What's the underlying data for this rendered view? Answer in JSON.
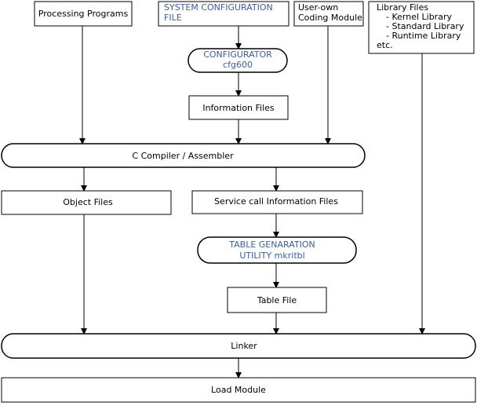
{
  "nodes": {
    "processing_programs": {
      "lines": [
        "Processing Programs"
      ]
    },
    "system_config_file": {
      "lines": [
        "SYSTEM CONFIGURATION",
        "FILE"
      ]
    },
    "user_own_module": {
      "lines": [
        "User-own",
        "Coding Module"
      ]
    },
    "library_files": {
      "lines": [
        "Library Files",
        "- Kernel Library",
        "- Standard Library",
        "- Runtime Library",
        "etc."
      ]
    },
    "configurator": {
      "lines": [
        "CONFIGURATOR",
        "cfg600"
      ]
    },
    "information_files": {
      "lines": [
        "Information Files"
      ]
    },
    "c_compiler": {
      "lines": [
        "C Compiler / Assembler"
      ]
    },
    "object_files": {
      "lines": [
        "Object Files"
      ]
    },
    "service_call_info": {
      "lines": [
        "Service call Information Files"
      ]
    },
    "table_generation": {
      "lines": [
        "TABLE GENARATION",
        "UTILITY mkritbl"
      ]
    },
    "table_file": {
      "lines": [
        "Table File"
      ]
    },
    "linker": {
      "lines": [
        "Linker"
      ]
    },
    "load_module": {
      "lines": [
        "Load Module"
      ]
    }
  },
  "colors": {
    "line": "#000000",
    "text": "#000000",
    "accent_text": "#3a5f9c",
    "background": "#ffffff"
  }
}
